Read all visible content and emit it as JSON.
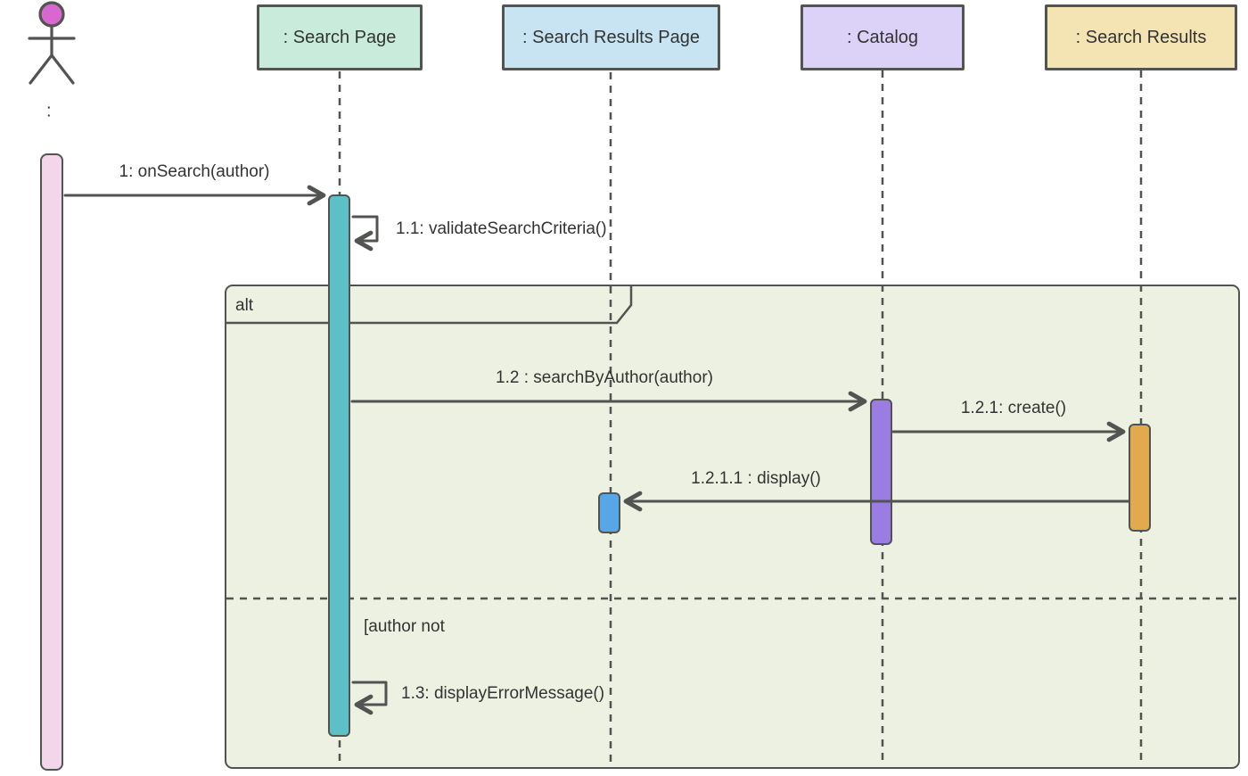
{
  "diagram": {
    "kind": "uml-sequence-diagram",
    "actor": {
      "label": ":"
    },
    "lifelines": [
      {
        "id": "search-page",
        "label": ": Search Page",
        "fill": "#c9ebdc"
      },
      {
        "id": "search-results-page",
        "label": ": Search Results Page",
        "fill": "#c8e4f3"
      },
      {
        "id": "catalog",
        "label": ": Catalog",
        "fill": "#dcd1f6"
      },
      {
        "id": "search-results",
        "label": ": Search Results",
        "fill": "#f4e4b4"
      }
    ],
    "messages": [
      {
        "id": "1",
        "label": "1: onSearch(author)",
        "from": "user",
        "to": "search-page"
      },
      {
        "id": "1.1",
        "label": "1.1: validateSearchCriteria()",
        "from": "search-page",
        "to": "search-page"
      },
      {
        "id": "1.2",
        "label": "1.2 : searchByAuthor(author)",
        "from": "search-page",
        "to": "catalog"
      },
      {
        "id": "1.2.1",
        "label": "1.2.1: create()",
        "from": "catalog",
        "to": "search-results"
      },
      {
        "id": "1.2.1.1",
        "label": "1.2.1.1 : display()",
        "from": "search-results",
        "to": "search-results-page"
      },
      {
        "id": "1.3",
        "label": "1.3: displayErrorMessage()",
        "from": "search-page",
        "to": "search-page"
      }
    ],
    "fragment": {
      "operator": "alt",
      "guard": "[author not"
    },
    "colors": {
      "line": "#515451",
      "text": "#323433",
      "fragment_bg": "#edf1e2",
      "actor_head": "#d868cf",
      "bar_pink": "#f3d6ea",
      "bar_teal": "#5cc0c6",
      "bar_purple": "#9a7ce3",
      "bar_blue": "#57a7e8",
      "bar_orange": "#e3a94f",
      "box_mint": "#c9ebdc",
      "box_blue": "#c8e4f3",
      "box_purple": "#dcd1f6",
      "box_yellow": "#f4e4b4"
    }
  }
}
